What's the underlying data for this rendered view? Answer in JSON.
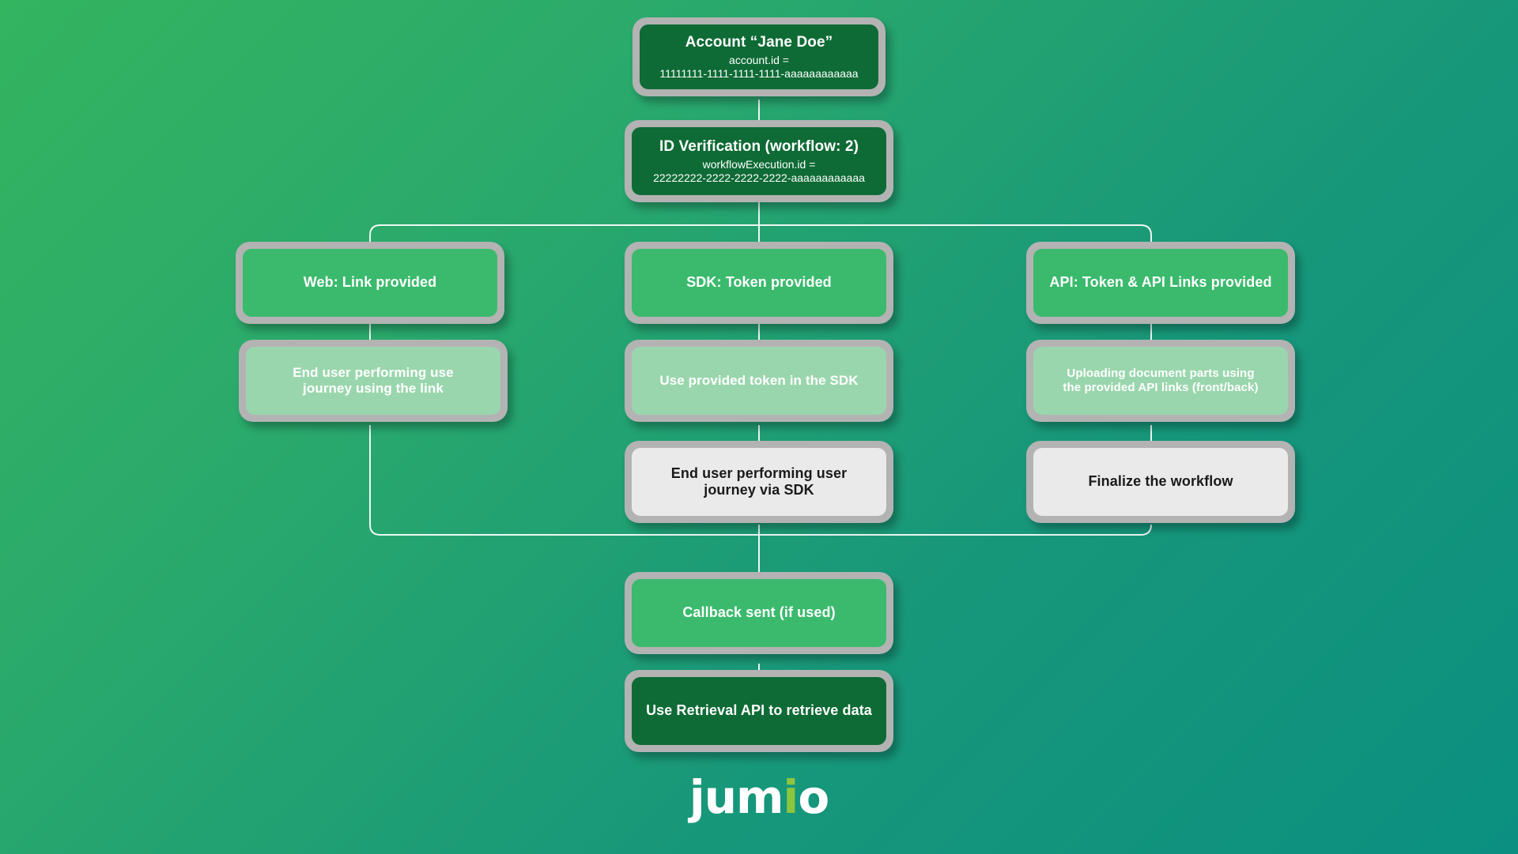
{
  "diagram": {
    "title": "Jumio ID Verification workflow flowchart",
    "brand": {
      "logo_part_white_1": "jum",
      "logo_part_accent": "i",
      "logo_part_white_2": "o",
      "accent_color": "#8cc63e",
      "logo_color": "#ffffff"
    },
    "palette": {
      "background_from": "#33b45f",
      "background_to": "#0b8f80",
      "node_border": "#b3b3b3",
      "node_dark_green": "#0e6b35",
      "node_green": "#3bba6d",
      "node_pale_green": "#9ad6ad",
      "node_white": "#eaeaea",
      "connector": "#ffffff"
    },
    "nodes": {
      "account": {
        "title": "Account “Jane Doe”",
        "sub_line_1": "account.id =",
        "sub_line_2": "11111111-1111-1111-1111-aaaaaaaaaaaa",
        "style": "dark-green"
      },
      "id_verification": {
        "title": "ID Verification (workflow: 2)",
        "sub_line_1": "workflowExecution.id =",
        "sub_line_2": "22222222-2222-2222-2222-aaaaaaaaaaaa",
        "style": "dark-green"
      },
      "web_link": {
        "title": "Web: Link provided",
        "style": "green"
      },
      "sdk_token": {
        "title": "SDK: Token provided",
        "style": "green"
      },
      "api_token": {
        "title": "API: Token & API Links provided",
        "style": "green"
      },
      "web_journey": {
        "title_line_1": "End user performing use",
        "title_line_2": "journey using the link",
        "style": "pale-green"
      },
      "sdk_use_token": {
        "title": "Use provided token in the SDK",
        "style": "pale-green"
      },
      "api_upload": {
        "title_line_1": "Uploading document parts using",
        "title_line_2": "the provided API links (front/back)",
        "style": "pale-green"
      },
      "sdk_journey": {
        "title_line_1": "End user performing user",
        "title_line_2": "journey via SDK",
        "style": "white"
      },
      "api_finalize": {
        "title": "Finalize the workflow",
        "style": "white"
      },
      "callback": {
        "title": "Callback sent (if used)",
        "style": "green"
      },
      "retrieval": {
        "title": "Use Retrieval API to retrieve data",
        "style": "dark-green"
      }
    },
    "edges": [
      {
        "from": "account",
        "to": "id_verification",
        "kind": "vertical"
      },
      {
        "from": "id_verification",
        "to": "branch-split",
        "kind": "vertical"
      },
      {
        "from": "branch-split",
        "to": "web_link",
        "kind": "elbow-left"
      },
      {
        "from": "branch-split",
        "to": "sdk_token",
        "kind": "vertical"
      },
      {
        "from": "branch-split",
        "to": "api_token",
        "kind": "elbow-right"
      },
      {
        "from": "web_link",
        "to": "web_journey",
        "kind": "vertical"
      },
      {
        "from": "sdk_token",
        "to": "sdk_use_token",
        "kind": "vertical"
      },
      {
        "from": "api_token",
        "to": "api_upload",
        "kind": "vertical"
      },
      {
        "from": "sdk_use_token",
        "to": "sdk_journey",
        "kind": "vertical"
      },
      {
        "from": "api_upload",
        "to": "api_finalize",
        "kind": "vertical"
      },
      {
        "from": "web_journey",
        "to": "merge",
        "kind": "elbow-left"
      },
      {
        "from": "sdk_journey",
        "to": "merge",
        "kind": "vertical"
      },
      {
        "from": "api_finalize",
        "to": "merge",
        "kind": "elbow-right"
      },
      {
        "from": "merge",
        "to": "callback",
        "kind": "vertical"
      },
      {
        "from": "callback",
        "to": "retrieval",
        "kind": "vertical"
      }
    ]
  }
}
